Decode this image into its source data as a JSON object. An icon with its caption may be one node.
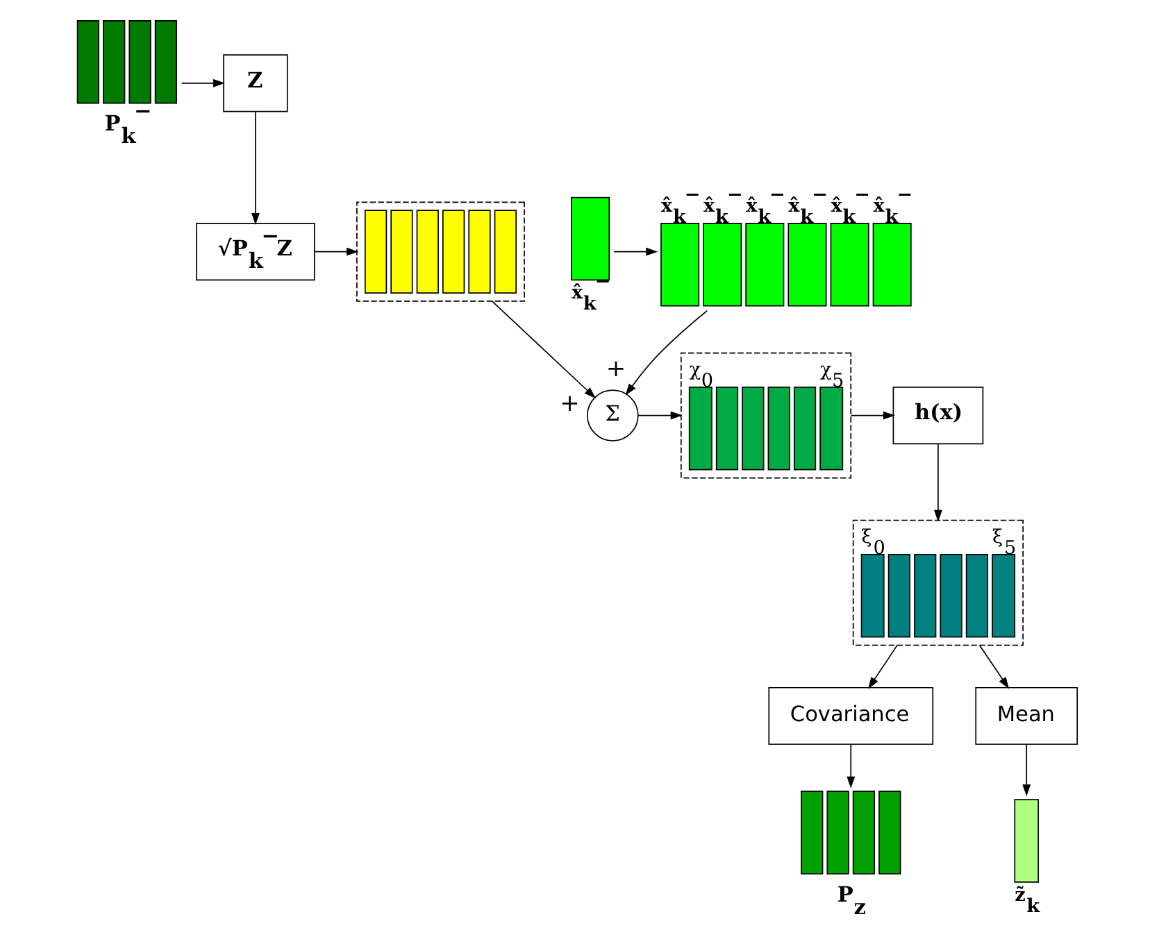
{
  "diagram": {
    "nodes": [
      {
        "text": [
          "P$_{k}$$^{−}$"
        ]
      },
      {
        "text": [
          "Z"
        ]
      },
      {
        "text": [
          "√P$_{k}$$^{−}$Z"
        ]
      },
      {
        "text": [],
        "shape": "box"
      },
      {
        "text": [
          "Σ"
        ]
      },
      {
        "text": [
          "x̂$_{k}$$^{−}$"
        ]
      },
      {
        "text": [
          "x̂$_{k}$$^{−}$",
          "x̂$_{k}$$^{−}$",
          "x̂$_{k}$$^{−}$",
          "x̂$_{k}$$^{−}$",
          "x̂$_{k}$$^{−}$",
          "x̂$_{k}$$^{−}$"
        ]
      },
      {
        "text": [
          "χ$_{0}$",
          "χ$_{5}$"
        ]
      },
      {
        "text": [
          "h(x)"
        ]
      },
      {
        "text": [
          "ξ$_{0}$",
          "ξ$_{5}$"
        ]
      },
      {
        "text": [
          "Covariance"
        ]
      },
      {
        "text": [
          "Mean"
        ]
      },
      {
        "text": [
          "P$_{z}$"
        ]
      },
      {
        "text": [
          "z̃$_{k}$"
        ]
      }
    ],
    "edges": [
      {
        "from": 0,
        "to": 1,
        "arrow": "to"
      },
      {
        "from": 1,
        "to": 2,
        "arrow": "to"
      },
      {
        "from": 2,
        "to": 3,
        "arrow": "to"
      },
      {
        "from": 3,
        "to": 4,
        "arrow": "to",
        "label": "+"
      },
      {
        "from": 6,
        "to": 4,
        "arrow": "to",
        "label": "+"
      },
      {
        "from": 5,
        "to": 6,
        "arrow": "to"
      },
      {
        "from": 4,
        "to": 7,
        "arrow": "to"
      },
      {
        "from": 7,
        "to": 8,
        "arrow": "to"
      },
      {
        "from": 8,
        "to": 9,
        "arrow": "to"
      },
      {
        "from": 9,
        "to": 10,
        "arrow": "to"
      },
      {
        "from": 9,
        "to": 11,
        "arrow": "to"
      },
      {
        "from": 10,
        "to": 12,
        "arrow": "to"
      },
      {
        "from": 11,
        "to": 13,
        "arrow": "to"
      }
    ]
  }
}
